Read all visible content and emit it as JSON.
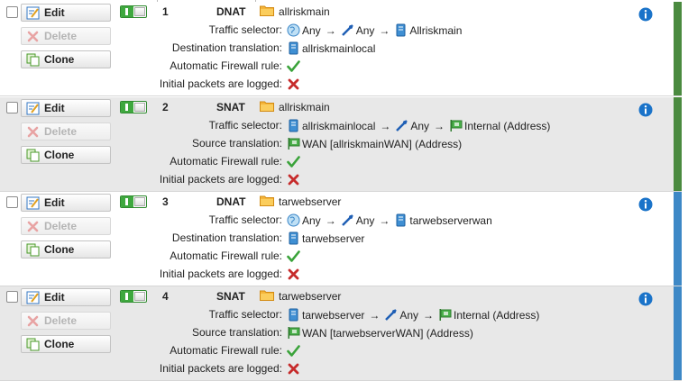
{
  "app": {
    "buttons": {
      "edit": "Edit",
      "delete": "Delete",
      "clone": "Clone"
    },
    "labels": {
      "traffic_selector": "Traffic selector:",
      "automatic_firewall": "Automatic Firewall rule:",
      "initial_packets": "Initial packets are logged:"
    },
    "arrow": "→",
    "colors": {
      "green_stripe": "#4a8a3f",
      "blue_stripe": "#3d88c6",
      "accent_blue": "#1a73c9",
      "check_green": "#3aa33a",
      "cross_red": "#c62b2b"
    }
  },
  "rules": [
    {
      "number": "1",
      "type": "DNAT",
      "name": "allriskmain",
      "selector": {
        "source": "Any",
        "service": "Any",
        "destination": "Allriskmain"
      },
      "translation_label": "Destination translation:",
      "translation_value": "allriskmainlocal",
      "firewall_rule": "yes",
      "logged": "no"
    },
    {
      "number": "2",
      "type": "SNAT",
      "name": "allriskmain",
      "selector": {
        "source": "allriskmainlocal",
        "service": "Any",
        "destination": "Internal (Address)"
      },
      "translation_label": "Source translation:",
      "translation_value": "WAN [allriskmainWAN] (Address)",
      "firewall_rule": "yes",
      "logged": "no"
    },
    {
      "number": "3",
      "type": "DNAT",
      "name": "tarwebserver",
      "selector": {
        "source": "Any",
        "service": "Any",
        "destination": "tarwebserverwan"
      },
      "translation_label": "Destination translation:",
      "translation_value": "tarwebserver",
      "firewall_rule": "yes",
      "logged": "no"
    },
    {
      "number": "4",
      "type": "SNAT",
      "name": "tarwebserver",
      "selector": {
        "source": "tarwebserver",
        "service": "Any",
        "destination": "Internal (Address)"
      },
      "translation_label": "Source translation:",
      "translation_value": "WAN [tarwebserverWAN] (Address)",
      "firewall_rule": "yes",
      "logged": "no"
    }
  ]
}
